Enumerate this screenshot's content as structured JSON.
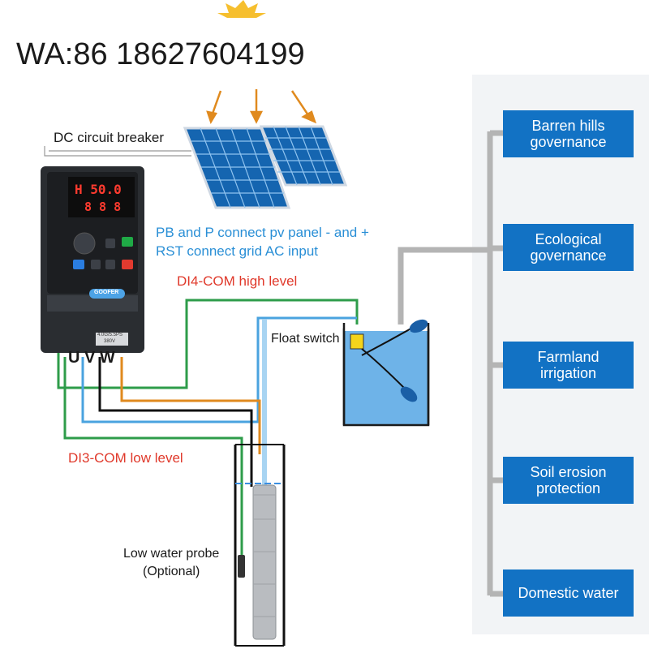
{
  "contact": "WA:86 18627604199",
  "labels": {
    "breaker": "DC circuit breaker",
    "pv_line1": "PB and P connect pv panel  -  and +",
    "pv_line2": "RST connect grid AC input",
    "di4": "DI4-COM high level",
    "di3": "DI3-COM low level",
    "float": "Float switch",
    "probe": "Low water probe\n(Optional)",
    "uvw": "U V W"
  },
  "inverter": {
    "display_top": "H 50.0",
    "display_bottom": "8 8 8",
    "brand": "GOOFER",
    "plate": "4.0G/5.5PS",
    "plate2": "380V"
  },
  "applications": [
    "Barren hills\ngovernance",
    "Ecological\ngovernance",
    "Farmland\nirrigation",
    "Soil erosion\nprotection",
    "Domestic water"
  ],
  "colors": {
    "box": "#1272c4",
    "wire_green": "#2e9c4a",
    "wire_blue": "#4aa3df",
    "wire_black": "#111111",
    "wire_orange": "#e08a1e",
    "red_text": "#e0392b",
    "blue_text": "#2a8fd6"
  }
}
